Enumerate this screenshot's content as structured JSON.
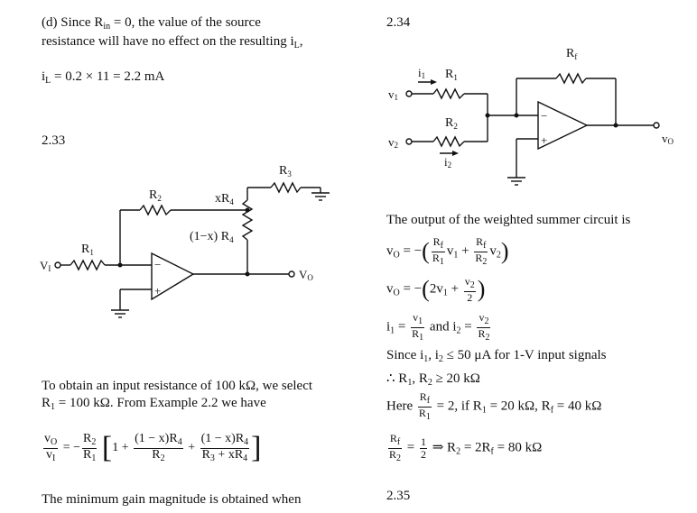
{
  "left": {
    "d_line1_prefix": "(d) Since R",
    "d_line1_sub": "in",
    "d_line1_suffix": "= 0, the value of the source",
    "d_line2_prefix": "resistance will have no effect on the resulting i",
    "d_line2_sub": "L",
    "d_line2_suffix": ",",
    "il_var": "i",
    "il_sub": "L",
    "il_expr": "= 0.2 × 11 = 2.2 mA",
    "section_2_33": "2.33",
    "circuit_233": {
      "r1": "R",
      "r1_sub": "1",
      "r2": "R",
      "r2_sub": "2",
      "r3": "R",
      "r3_sub": "3",
      "xr4": "xR",
      "xr4_sub": "4",
      "one_minus_x_r4": "(1−x) R",
      "one_minus_x_r4_sub": "4",
      "vi": "V",
      "vi_sub": "I",
      "vo": "V",
      "vo_sub": "O",
      "minus": "−",
      "plus": "+"
    },
    "para1_line1": "To obtain an input resistance of 100 kΩ, we select",
    "para1_line2_a": "R",
    "para1_line2_sub": "1",
    "para1_line2_b": "= 100 kΩ. From Example 2.2 we have",
    "gain_eq": {
      "vo": "v",
      "vo_sub": "O",
      "vi": "v",
      "vi_sub": "I",
      "eq": "=",
      "minus": "−",
      "r2": "R",
      "r2_sub": "2",
      "r1": "R",
      "r1_sub": "1",
      "one_plus": "1 +",
      "t1_num": "(1 − x)R",
      "t1_num_sub": "4",
      "t1_den": "R",
      "t1_den_sub": "2",
      "plus": "+",
      "t2_num": "(1 − x)R",
      "t2_num_sub": "4",
      "t2_den": "R",
      "t2_den_sub": "3",
      "t2_den_rest": "+ xR",
      "t2_den_rest_sub": "4"
    },
    "min_gain": "The minimum gain magnitude is obtained when"
  },
  "right": {
    "section_2_34": "2.34",
    "circuit_234": {
      "rf": "R",
      "rf_sub": "f",
      "r1": "R",
      "r1_sub": "1",
      "r2": "R",
      "r2_sub": "2",
      "i1": "i",
      "i1_sub": "1",
      "i2": "i",
      "i2_sub": "2",
      "v1": "v",
      "v1_sub": "1",
      "v2": "v",
      "v2_sub": "2",
      "vo": "v",
      "vo_sub": "O",
      "minus": "−",
      "plus": "+"
    },
    "weighted_text": "The output of the weighted summer circuit is",
    "eq1": {
      "lhs": "v",
      "lhs_sub": "O",
      "eq": "= −",
      "rf": "R",
      "rf_sub": "f",
      "r1": "R",
      "r1_sub": "1",
      "v1": "v",
      "v1_sub": "1",
      "plus": "+",
      "r2": "R",
      "r2_sub": "2",
      "v2": "v",
      "v2_sub": "2"
    },
    "eq2": {
      "lhs": "v",
      "lhs_sub": "O",
      "eq": "= −",
      "a": "2v",
      "a_sub": "1",
      "plus": "+",
      "num": "v",
      "num_sub": "2",
      "den": "2"
    },
    "eq3": {
      "i1": "i",
      "i1_sub": "1",
      "eq": "=",
      "v1": "v",
      "v1_sub": "1",
      "r1": "R",
      "r1_sub": "1",
      "and": "and i",
      "and_sub": "2",
      "eq2": "=",
      "v2": "v",
      "v2_sub": "2",
      "r2": "R",
      "r2_sub": "2"
    },
    "since_a": "Since i",
    "since_sub1": "1",
    "since_b": ", i",
    "since_sub2": "2",
    "since_c": "≤ 50 μA for 1-V input signals",
    "therefore_a": "∴ R",
    "therefore_sub1": "1",
    "therefore_b": ", R",
    "therefore_sub2": "2",
    "therefore_c": "≥ 20 kΩ",
    "here": "Here",
    "here_num": "R",
    "here_num_sub": "f",
    "here_den": "R",
    "here_den_sub": "1",
    "here_rest_a": "= 2, if R",
    "here_rest_sub1": "1",
    "here_rest_b": "= 20 kΩ, R",
    "here_rest_sub2": "f",
    "here_rest_c": "= 40 kΩ",
    "last_num": "R",
    "last_num_sub": "f",
    "last_den": "R",
    "last_den_sub": "2",
    "last_eq": "=",
    "last_half_num": "1",
    "last_half_den": "2",
    "last_rest_a": "⇒ R",
    "last_rest_sub1": "2",
    "last_rest_b": "= 2R",
    "last_rest_sub2": "f",
    "last_rest_c": "= 80 kΩ",
    "section_2_35": "2.35"
  }
}
